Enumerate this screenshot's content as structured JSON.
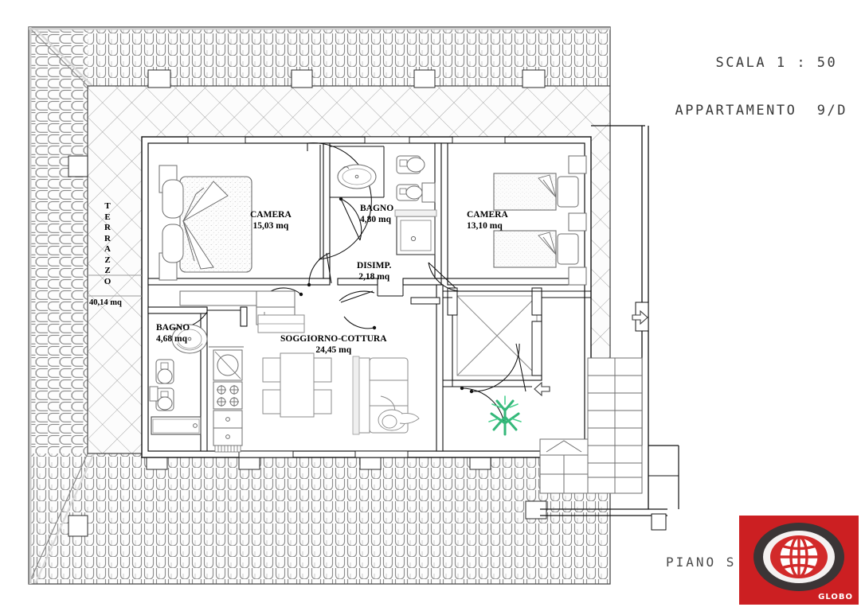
{
  "document": {
    "type": "architectural-floor-plan",
    "scale_label": "SCALA 1 : 50",
    "apartment_label": "APPARTAMENTO  9/D",
    "floor_label": "PIANO S",
    "units": "mq"
  },
  "logo": {
    "brand": "GLOBO",
    "background_color": "#cc1f22",
    "ring_dark_color": "#3b3536",
    "ring_light_color": "#f2eeee",
    "globe_color": "#d22a2a"
  },
  "rooms": [
    {
      "key": "camera_1",
      "name": "CAMERA",
      "area": "15,03 mq"
    },
    {
      "key": "bagno_1",
      "name": "BAGNO",
      "area": "4,80 mq"
    },
    {
      "key": "camera_2",
      "name": "CAMERA",
      "area": "13,10 mq"
    },
    {
      "key": "disimp",
      "name": "DISIMP.",
      "area": "2,18 mq"
    },
    {
      "key": "bagno_2",
      "name": "BAGNO",
      "area": "4,68 mq"
    },
    {
      "key": "soggiorno",
      "name": "SOGGIORNO-COTTURA",
      "area": "24,45 mq"
    },
    {
      "key": "terrazzo",
      "name": "TERRAZZO",
      "area": "40,14 mq"
    }
  ],
  "terrazzo_letters": [
    "T",
    "E",
    "R",
    "R",
    "A",
    "Z",
    "Z",
    "O"
  ],
  "fixtures": {
    "camera_1": [
      "double-bed",
      "two-pillows",
      "nightstands"
    ],
    "camera_2": [
      "single-bed",
      "single-bed",
      "nightstands"
    ],
    "bagno_1": [
      "washbasin",
      "toilet",
      "bidet",
      "shower-tray"
    ],
    "bagno_2": [
      "washbasin",
      "toilet",
      "bidet",
      "bathtub"
    ],
    "soggiorno": [
      "dining-table",
      "four-chairs",
      "sofa",
      "kitchen-sink",
      "cooktop",
      "appliances",
      "plant"
    ],
    "stairwell": [
      "staircase",
      "landing",
      "direction-arrows"
    ]
  },
  "colors": {
    "line": "#1a1a1a",
    "hatch": "#9a9a9a",
    "furniture": "#6e6e6e",
    "plant": "#35b87a",
    "terrace_fill": "#fbfbfb",
    "paper": "#ffffff"
  }
}
